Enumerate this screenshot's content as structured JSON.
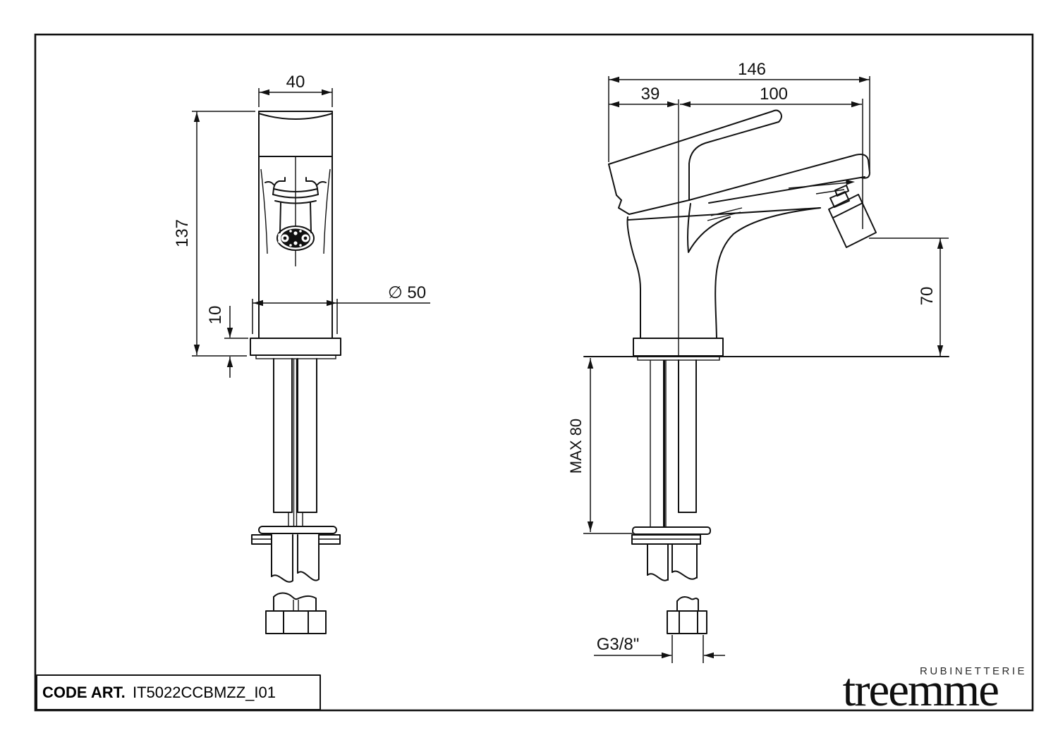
{
  "title_block": {
    "code_label": "CODE ART.",
    "code_value": "IT5022CCBMZZ_I01"
  },
  "logo": {
    "tagline": "RUBINETTERIE",
    "brand": "treemme"
  },
  "front_view": {
    "dim_top_width": "40",
    "dim_height": "137",
    "dim_deck_thickness": "10",
    "dim_base_diameter": "∅ 50"
  },
  "side_view": {
    "dim_total_depth": "146",
    "dim_handle_back": "39",
    "dim_spout_reach": "100",
    "dim_spout_height": "70",
    "dim_max_deck": "MAX 80",
    "dim_thread": "G3/8\""
  },
  "colors": {
    "line": "#111111",
    "background": "#ffffff"
  }
}
